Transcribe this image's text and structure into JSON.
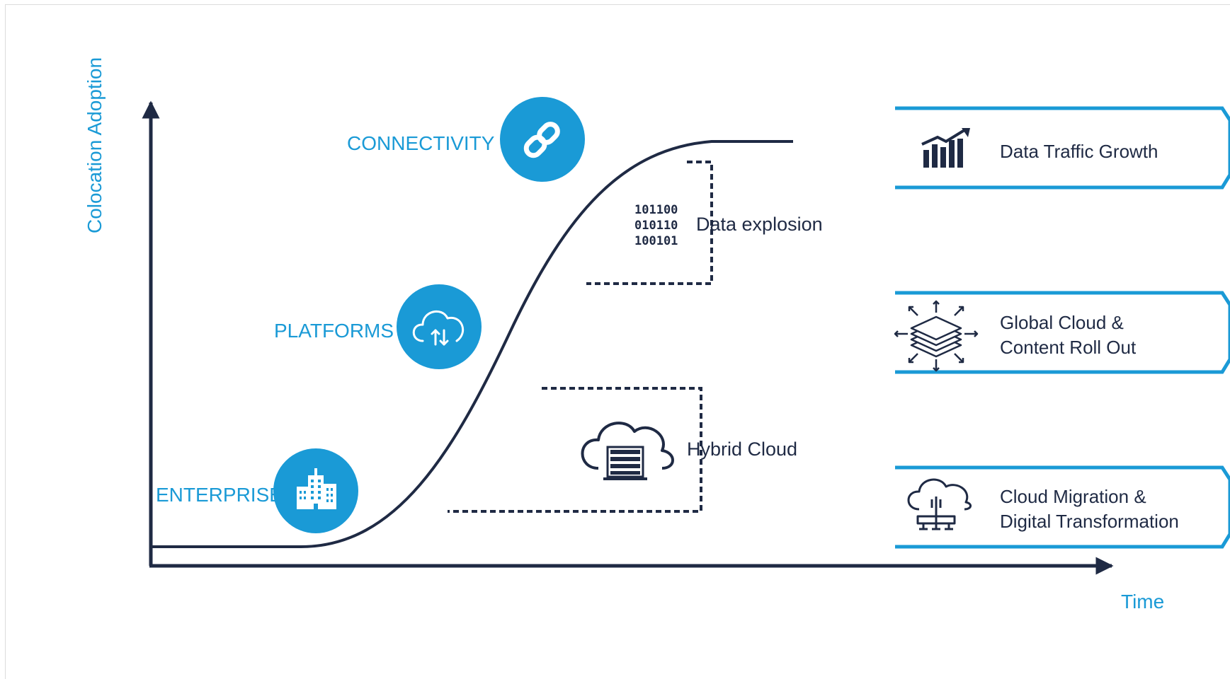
{
  "axes": {
    "y_label": "Colocation Adoption",
    "x_label": "Time"
  },
  "stages": [
    {
      "label": "ENTERPRISE",
      "icon": "building-icon"
    },
    {
      "label": "PLATFORMS",
      "icon": "cloud-sync-icon"
    },
    {
      "label": "CONNECTIVITY",
      "icon": "link-icon"
    }
  ],
  "annotations": {
    "data_explosion": "Data explosion",
    "binary_lines": [
      "101100",
      "010110",
      "100101"
    ],
    "hybrid_cloud": "Hybrid Cloud"
  },
  "trends": [
    {
      "line1": "Data Traffic Growth",
      "line2": "",
      "icon": "bar-growth-icon"
    },
    {
      "line1": "Global Cloud &",
      "line2": "Content Roll Out",
      "icon": "layers-expand-icon"
    },
    {
      "line1": "Cloud Migration &",
      "line2": "Digital Transformation",
      "icon": "cloud-network-icon"
    }
  ],
  "colors": {
    "accent": "#1a9ad6",
    "dark": "#1f2a44"
  }
}
